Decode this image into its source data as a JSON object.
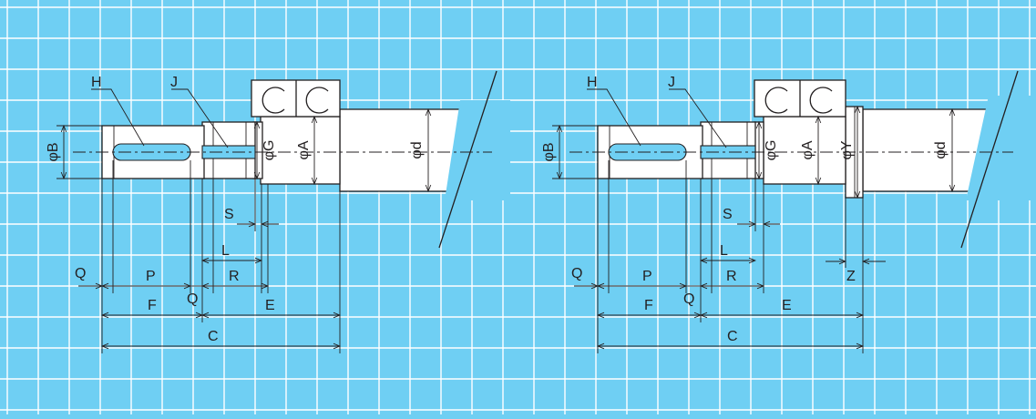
{
  "colors": {
    "background": "#6fcff3",
    "grid": "#ffffff",
    "ink": "#231f20",
    "part": "#ffffff"
  },
  "left": {
    "labels": {
      "H": "H",
      "J": "J",
      "phiB": "φB",
      "phiG": "φG",
      "phiA": "φA",
      "phid": "φd",
      "S": "S",
      "L": "L",
      "R": "R",
      "Q1": "Q",
      "P": "P",
      "F": "F",
      "Q2": "Q",
      "E": "E",
      "C": "C"
    }
  },
  "right": {
    "labels": {
      "H": "H",
      "J": "J",
      "phiB": "φB",
      "phiG": "φG",
      "phiA": "φA",
      "phiY": "φY",
      "phid": "φd",
      "S": "S",
      "L": "L",
      "R": "R",
      "Z": "Z",
      "Q1": "Q",
      "P": "P",
      "F": "F",
      "Q2": "Q",
      "E": "E",
      "C": "C"
    }
  }
}
